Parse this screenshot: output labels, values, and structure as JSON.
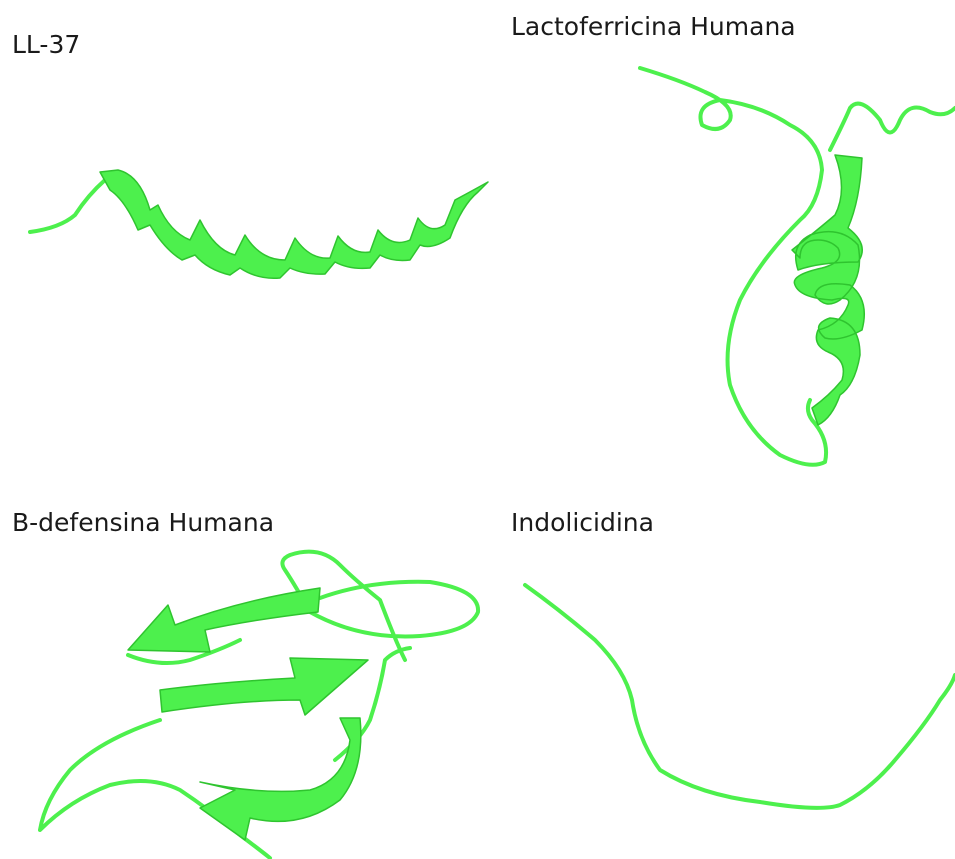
{
  "structure_color": "#4df04d",
  "panels": [
    {
      "label": "LL-37"
    },
    {
      "label": "Lactoferricina Humana"
    },
    {
      "label": "B-defensina Humana"
    },
    {
      "label": "Indolicidina"
    }
  ]
}
